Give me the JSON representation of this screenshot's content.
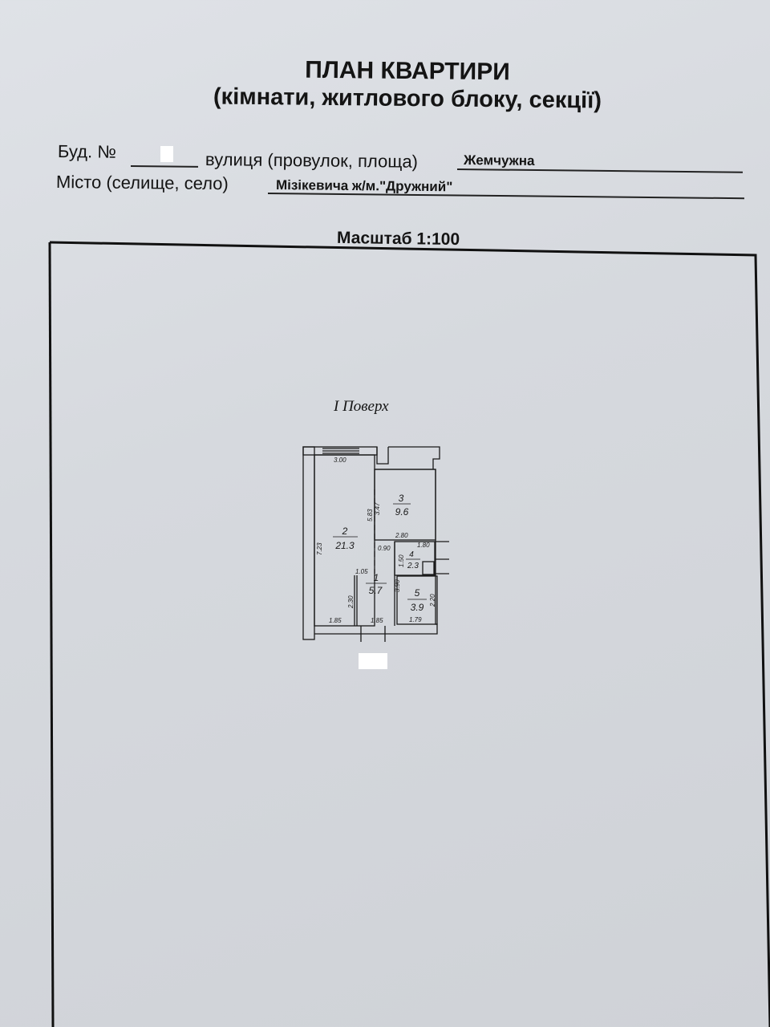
{
  "document": {
    "title": "ПЛАН КВАРТИРИ",
    "subtitle": "(кімнати, житлового блоку, секції)",
    "building_label": "Буд. №",
    "street_label": "вулиця (провулок, площа)",
    "street_value": "Жемчужна",
    "city_label": "Місто (селище, село)",
    "city_value": "Мізікевича ж/м.\"Дружний\"",
    "scale": "Масштаб 1:100",
    "floor": "I Поверх"
  },
  "plan": {
    "rooms": [
      {
        "number": "1",
        "area": "5.7"
      },
      {
        "number": "2",
        "area": "21.3"
      },
      {
        "number": "3",
        "area": "9.6"
      },
      {
        "number": "4",
        "area": "2.3"
      },
      {
        "number": "5",
        "area": "3.9"
      }
    ],
    "dimensions": {
      "top_room2": "3.00",
      "left_room2": "7.23",
      "partition_583": "5.83",
      "partition_347": "3.47",
      "top_room4": "2.80",
      "door_090": "0.90",
      "room4_width": "1.80",
      "room4_height": "1.50",
      "room1_top": "1.05",
      "room1_side": "3.90",
      "room5_side": "2.20",
      "room2_lower": "2.30",
      "bottom_left": "1.85",
      "bottom_mid": "1.85",
      "bottom_right": "1.79"
    }
  }
}
